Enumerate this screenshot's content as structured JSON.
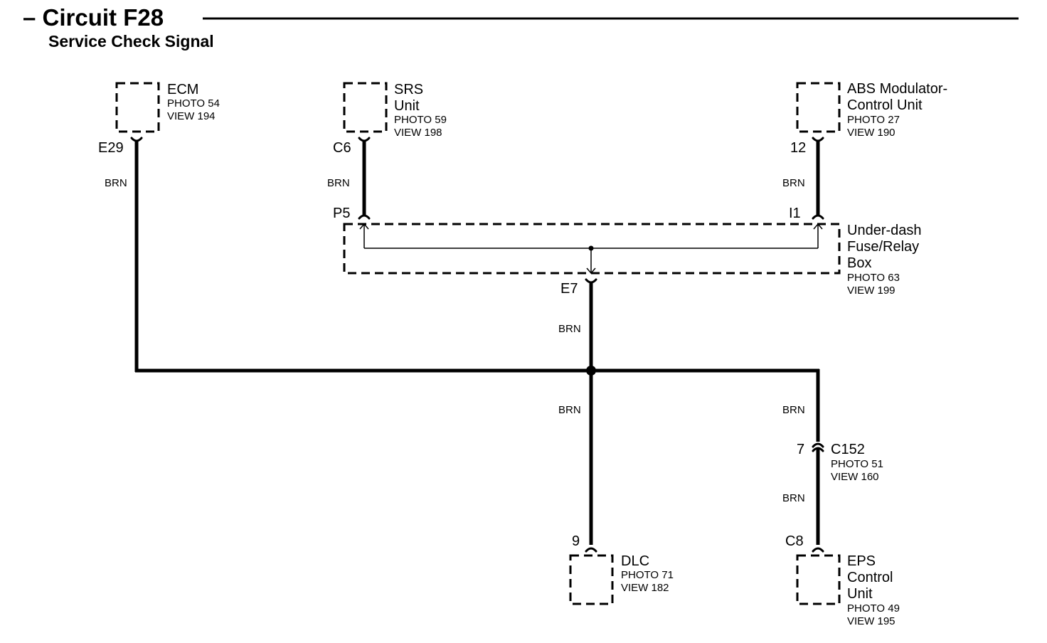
{
  "header": {
    "title": "– Circuit F28",
    "subtitle": "Service Check Signal"
  },
  "components": {
    "ecm": {
      "lines": [
        "ECM"
      ],
      "photo": "PHOTO 54",
      "view": "VIEW 194",
      "pin": "E29"
    },
    "srs": {
      "lines": [
        "SRS",
        "Unit"
      ],
      "photo": "PHOTO 59",
      "view": "VIEW 198",
      "pin": "C6"
    },
    "abs": {
      "lines": [
        "ABS Modulator-",
        "Control Unit"
      ],
      "photo": "PHOTO 27",
      "view": "VIEW 190",
      "pin": "12"
    },
    "fuse_box": {
      "lines": [
        "Under-dash",
        "Fuse/Relay",
        "Box"
      ],
      "photo": "PHOTO 63",
      "view": "VIEW 199",
      "pins": {
        "left": "P5",
        "right": "I1",
        "bottom": "E7"
      }
    },
    "c152": {
      "name": "C152",
      "photo": "PHOTO 51",
      "view": "VIEW 160",
      "pin": "7"
    },
    "dlc": {
      "lines": [
        "DLC"
      ],
      "photo": "PHOTO 71",
      "view": "VIEW 182",
      "pin": "9"
    },
    "eps": {
      "lines": [
        "EPS",
        "Control",
        "Unit"
      ],
      "photo": "PHOTO 49",
      "view": "VIEW 195",
      "pin": "C8"
    }
  },
  "wire_color": "BRN"
}
